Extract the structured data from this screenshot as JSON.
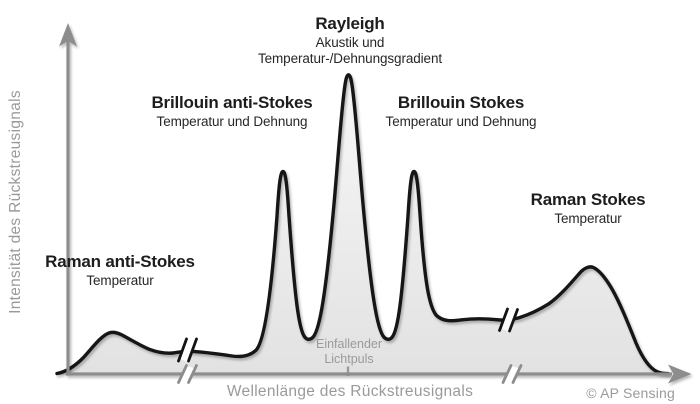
{
  "figure": {
    "y_axis_label": "Intensität des Rückstreusignals",
    "x_axis_label": "Wellenlänge des Rückstreusignals",
    "incident_pulse": {
      "line1": "Einfallender",
      "line2": "Lichtpuls"
    },
    "copyright": "© AP Sensing",
    "colors": {
      "background": "#ffffff",
      "curve": "#141414",
      "axis": "#8d8d8d",
      "muted_text": "#9a9a9a",
      "title_text": "#1d1d1d",
      "fill_top": "#f7f7f7",
      "fill_bottom": "#e2e2e2"
    },
    "peaks": [
      {
        "title": "Raman anti-Stokes",
        "subtitle": "Temperatur"
      },
      {
        "title": "Brillouin anti-Stokes",
        "subtitle": "Temperatur und Dehnung"
      },
      {
        "title": "Rayleigh",
        "subtitle": "Akustik und",
        "subtitle2": "Temperatur-/Dehnungsgradient"
      },
      {
        "title": "Brillouin Stokes",
        "subtitle": "Temperatur und Dehnung"
      },
      {
        "title": "Raman Stokes",
        "subtitle": "Temperatur"
      }
    ]
  },
  "chart_data": {
    "type": "area",
    "title": "",
    "xlabel": "Wellenlänge des Rückstreusignals",
    "ylabel": "Intensität des Rückstreusignals",
    "x_ticks": [],
    "y_ticks": [],
    "grid": false,
    "legend": "none",
    "axis_arrows": true,
    "axis_breaks_x_fraction": [
      0.19,
      0.73
    ],
    "annotations": [
      {
        "text": "Einfallender Lichtpuls",
        "x_fraction": 0.46,
        "position": "below Rayleigh peak at x-axis tick"
      },
      {
        "text": "© AP Sensing",
        "position": "bottom-right"
      }
    ],
    "peaks": [
      {
        "label": "Raman anti-Stokes",
        "sublabel": "Temperatur",
        "x_fraction": 0.07,
        "relative_intensity": 0.13
      },
      {
        "label": "Brillouin anti-Stokes",
        "sublabel": "Temperatur und Dehnung",
        "x_fraction": 0.355,
        "relative_intensity": 0.67
      },
      {
        "label": "Rayleigh",
        "sublabel": "Akustik und Temperatur-/Dehnungsgradient",
        "x_fraction": 0.46,
        "relative_intensity": 1.0
      },
      {
        "label": "Brillouin Stokes",
        "sublabel": "Temperatur und Dehnung",
        "x_fraction": 0.575,
        "relative_intensity": 0.67
      },
      {
        "label": "Raman Stokes",
        "sublabel": "Temperatur",
        "x_fraction": 0.86,
        "relative_intensity": 0.36
      }
    ],
    "series": [
      {
        "name": "Rückstreusignal",
        "points_fraction": [
          [
            0.0,
            0.0
          ],
          [
            0.07,
            0.135
          ],
          [
            0.15,
            0.07
          ],
          [
            0.2,
            0.075
          ],
          [
            0.27,
            0.06
          ],
          [
            0.31,
            0.08
          ],
          [
            0.355,
            0.675
          ],
          [
            0.4,
            0.12
          ],
          [
            0.46,
            1.0
          ],
          [
            0.52,
            0.12
          ],
          [
            0.575,
            0.675
          ],
          [
            0.66,
            0.19
          ],
          [
            0.73,
            0.185
          ],
          [
            0.78,
            0.22
          ],
          [
            0.86,
            0.36
          ],
          [
            0.96,
            0.01
          ],
          [
            1.0,
            0.0
          ]
        ]
      }
    ]
  }
}
